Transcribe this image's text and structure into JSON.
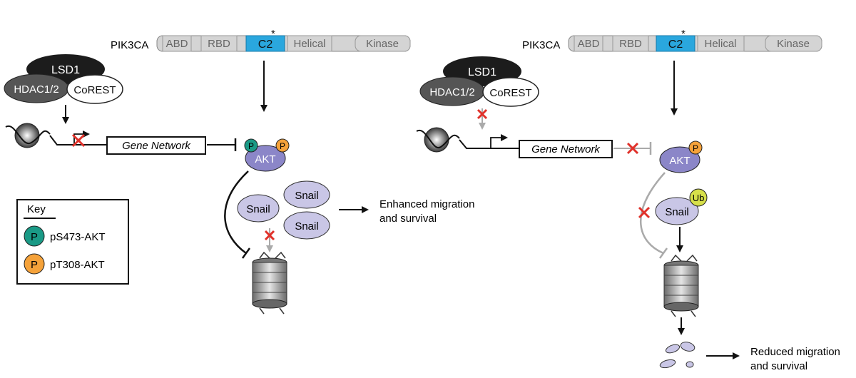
{
  "left_panel": {
    "pik3ca_label": "PIK3CA",
    "domains": [
      "ABD",
      "RBD",
      "C2",
      "Helical",
      "Kinase"
    ],
    "mutation_marker": "*",
    "complex": {
      "top": "LSD1",
      "left": "HDAC1/2",
      "right": "CoREST"
    },
    "gene_network": "Gene Network",
    "akt_label": "AKT",
    "phospho_labels": [
      "P",
      "P"
    ],
    "snail_labels": [
      "Snail",
      "Snail",
      "Snail"
    ],
    "outcome_line1": "Enhanced migration",
    "outcome_line2": "and survival"
  },
  "right_panel": {
    "pik3ca_label": "PIK3CA",
    "domains": [
      "ABD",
      "RBD",
      "C2",
      "Helical",
      "Kinase"
    ],
    "mutation_marker": "*",
    "complex": {
      "top": "LSD1",
      "left": "HDAC1/2",
      "right": "CoREST"
    },
    "gene_network": "Gene Network",
    "akt_label": "AKT",
    "phospho_label": "P",
    "snail_label": "Snail",
    "ub_label": "Ub",
    "outcome_line1": "Reduced migration",
    "outcome_line2": "and survival"
  },
  "key": {
    "title": "Key",
    "items": [
      {
        "symbol": "P",
        "label": "pS473-AKT",
        "color": "#1a9a86"
      },
      {
        "symbol": "P",
        "label": "pT308-AKT",
        "color": "#f5a23a"
      }
    ]
  },
  "colors": {
    "c2_domain": "#2aa7de",
    "domain_gray": "#d4d4d4",
    "lsd1": "#1c1c1c",
    "hdac": "#555555",
    "akt": "#8b86c8",
    "snail": "#c9c6e6",
    "ub": "#d7e04a",
    "inhibit_x": "#e0312a"
  }
}
